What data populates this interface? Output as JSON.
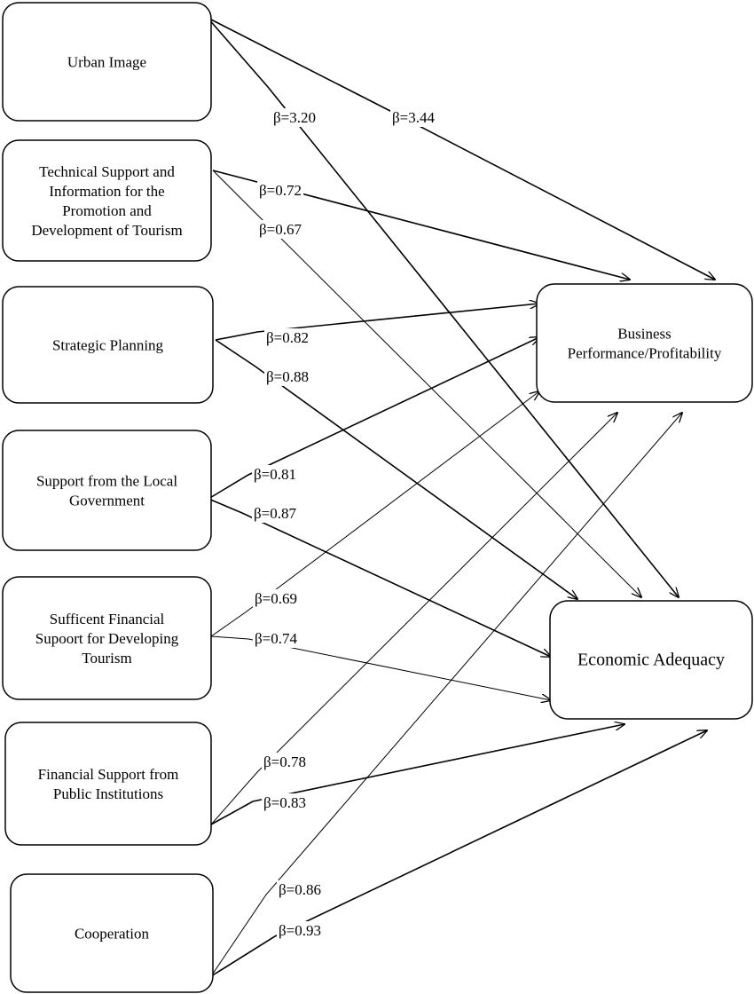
{
  "boxes": {
    "urban_image": [
      "Urban Image"
    ],
    "technical_support": [
      "Technical Support and",
      "Information  for the",
      "Promotion and",
      "Development of  Tourism"
    ],
    "strategic_planning": [
      "Strategic Planning"
    ],
    "local_government": [
      "Support from the Local",
      "Government"
    ],
    "financial_support": [
      "Sufficent Financial",
      "Supoort for Developing",
      "Tourism"
    ],
    "public_institutions": [
      "Financial Support from",
      "Public  Institutions"
    ],
    "cooperation": [
      "Cooperation"
    ],
    "business_performance": [
      "Business",
      "Performance/Profitability"
    ],
    "economic_adequacy": [
      "Economic Adequacy"
    ]
  },
  "paths": [
    {
      "from": "urban_image",
      "to": "business_performance",
      "coef": "β=3.44"
    },
    {
      "from": "urban_image",
      "to": "economic_adequacy",
      "coef": "β=3.20"
    },
    {
      "from": "technical_support",
      "to": "business_performance",
      "coef": "β=0.72"
    },
    {
      "from": "technical_support",
      "to": "economic_adequacy",
      "coef": "β=0.67"
    },
    {
      "from": "strategic_planning",
      "to": "business_performance",
      "coef": "β=0.82"
    },
    {
      "from": "strategic_planning",
      "to": "economic_adequacy",
      "coef": "β=0.88"
    },
    {
      "from": "local_government",
      "to": "business_performance",
      "coef": "β=0.81"
    },
    {
      "from": "local_government",
      "to": "economic_adequacy",
      "coef": "β=0.87"
    },
    {
      "from": "financial_support",
      "to": "business_performance",
      "coef": "β=0.69"
    },
    {
      "from": "financial_support",
      "to": "economic_adequacy",
      "coef": "β=0.74"
    },
    {
      "from": "public_institutions",
      "to": "business_performance",
      "coef": "β=0.78"
    },
    {
      "from": "public_institutions",
      "to": "economic_adequacy",
      "coef": "β=0.83"
    },
    {
      "from": "cooperation",
      "to": "business_performance",
      "coef": "β=0.86"
    },
    {
      "from": "cooperation",
      "to": "economic_adequacy",
      "coef": "β=0.93"
    }
  ]
}
